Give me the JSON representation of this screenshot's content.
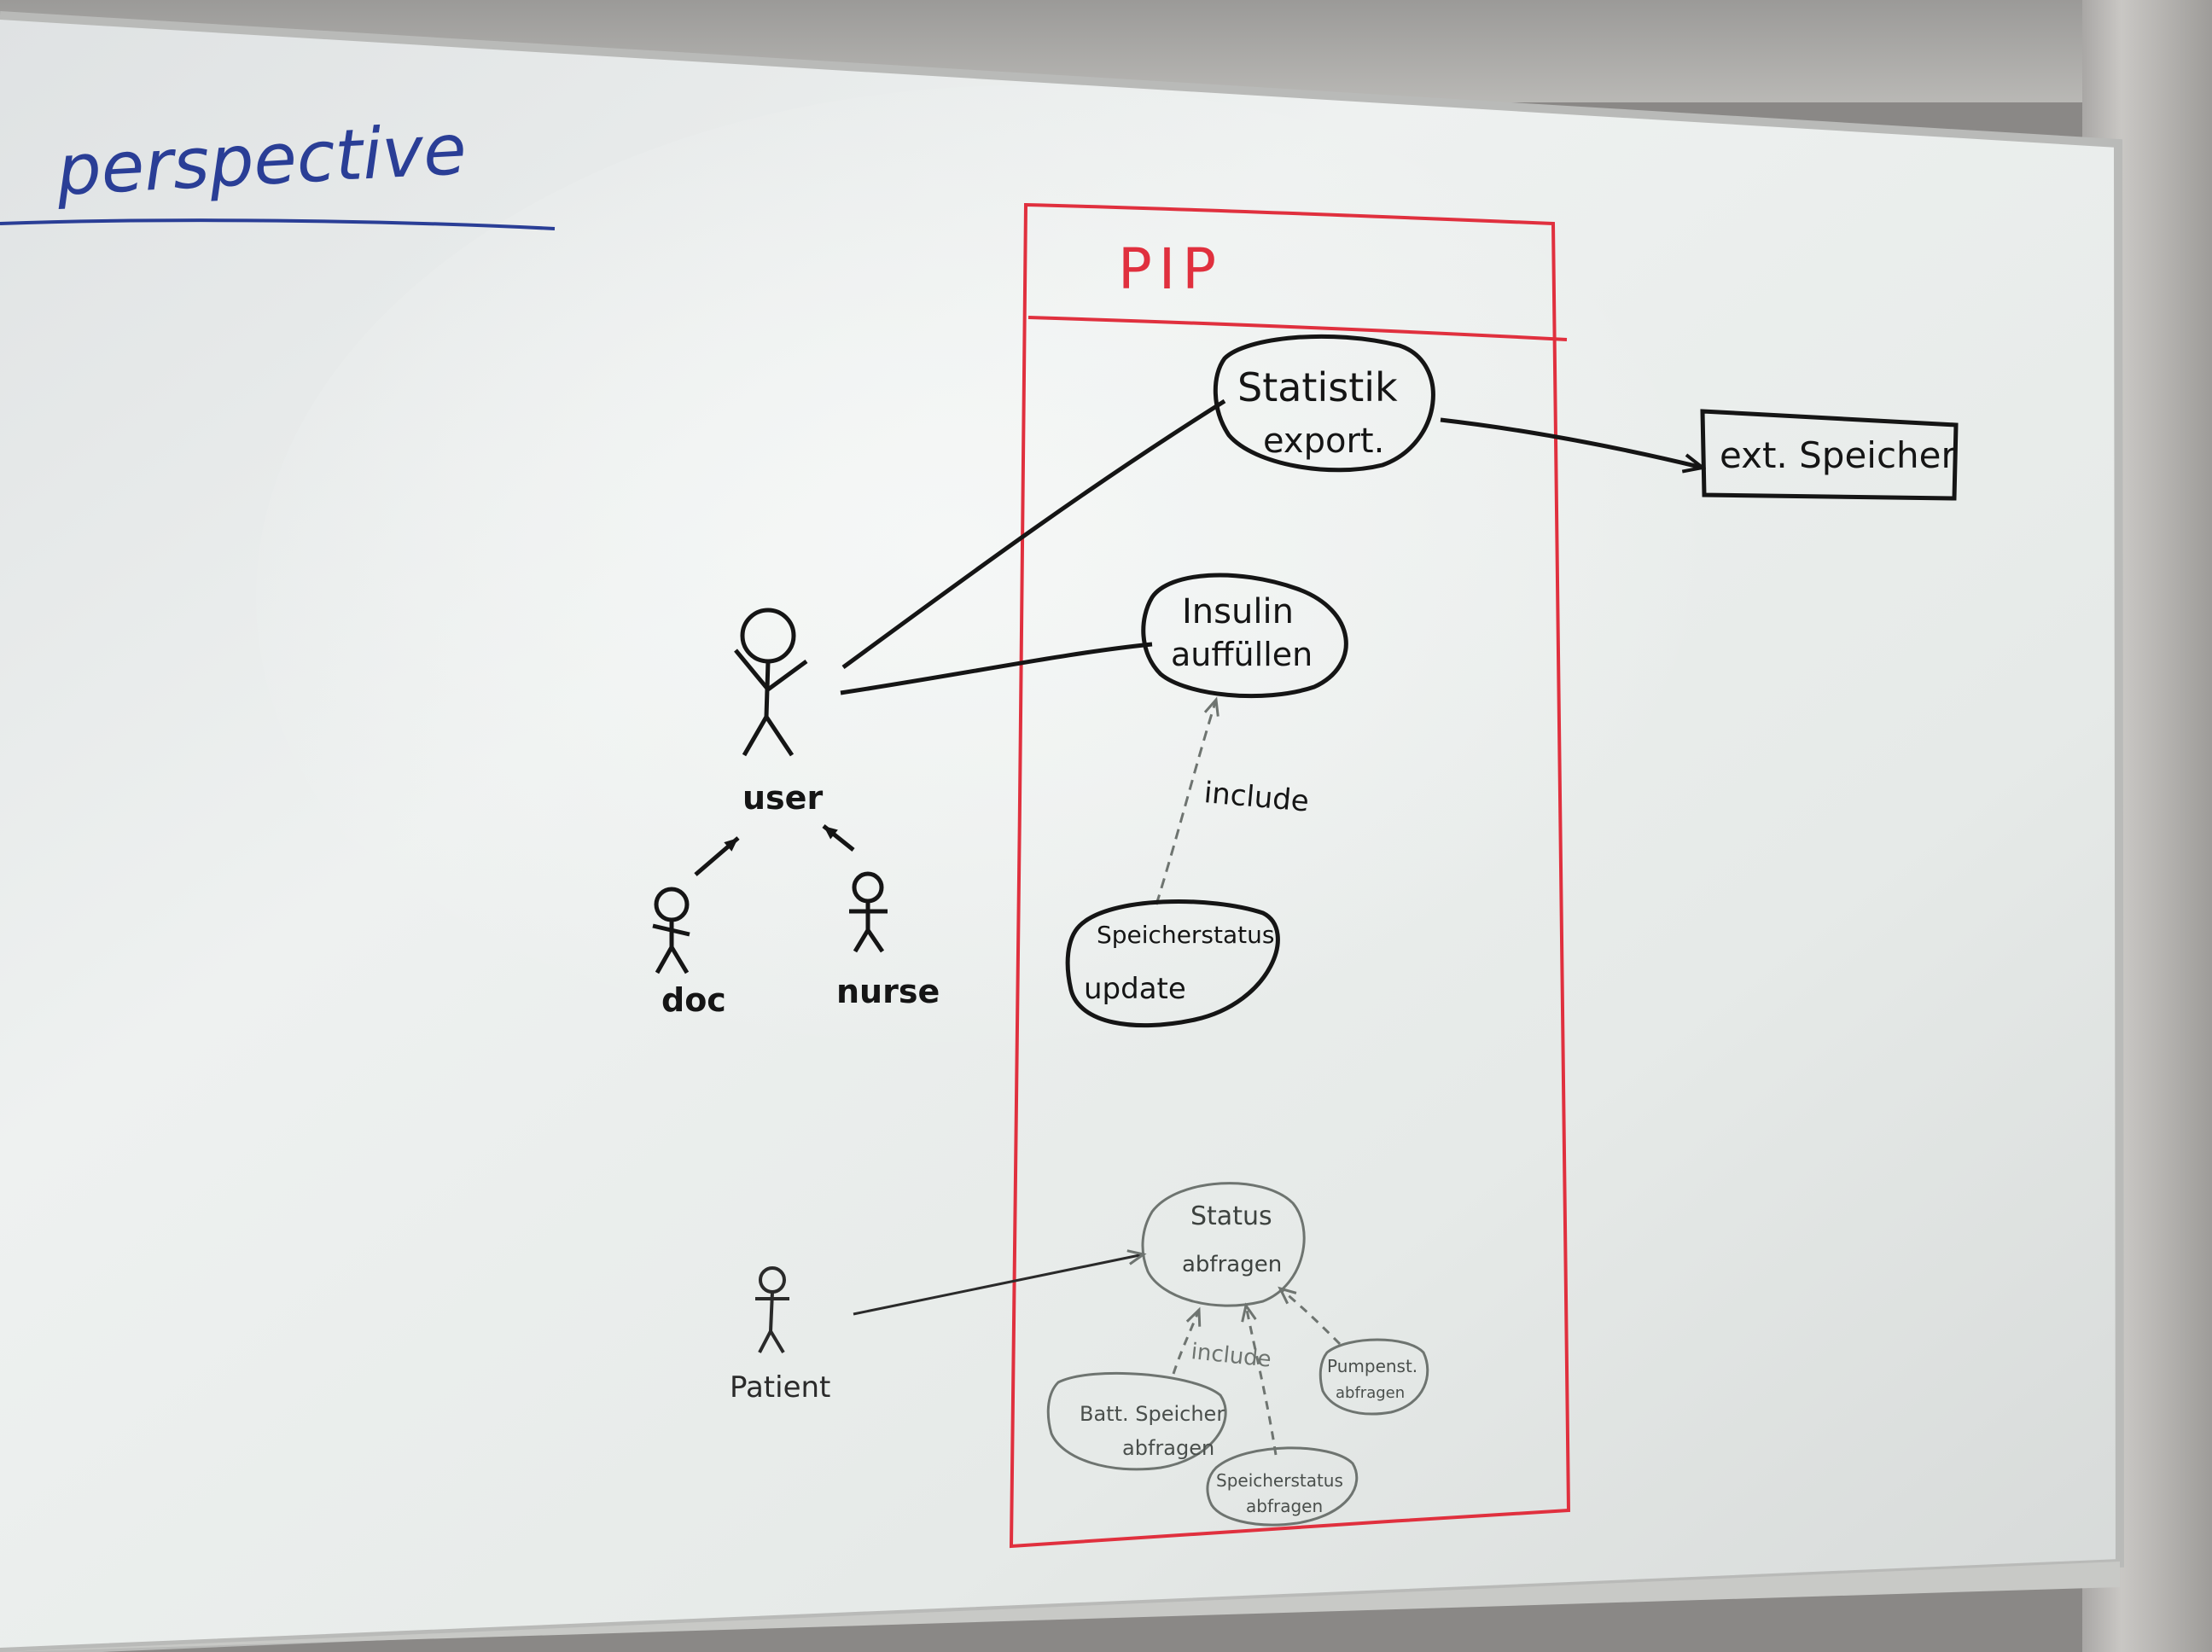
{
  "board": {
    "heading": "perspective",
    "system_label": "PIP"
  },
  "actors": {
    "user": "user",
    "doc": "doc",
    "nurse": "nurse",
    "patient": "Patient"
  },
  "use_cases": {
    "statistik_line1": "Statistik",
    "statistik_line2": "export.",
    "insulin_line1": "Insulin",
    "insulin_line2": "auffüllen",
    "speicherstatus_update_line1": "Speicherstatus",
    "speicherstatus_update_line2": "update",
    "status_line1": "Status",
    "status_line2": "abfragen",
    "batt_line1": "Batt. Speicher",
    "batt_line2": "abfragen",
    "speicherstatus_abfragen_line1": "Speicherstatus",
    "speicherstatus_abfragen_line2": "abfragen",
    "pumpenst_line1": "Pumpenst.",
    "pumpenst_line2": "abfragen"
  },
  "external": {
    "ext_speicher": "ext. Speicher"
  },
  "relations": {
    "include_upper": "include",
    "include_lower": "include"
  },
  "colors": {
    "ink_black": "#151515",
    "ink_red": "#e0303e",
    "ink_blue": "#2a3e96",
    "ink_faded": "#6e7470",
    "board_white": "#e9edec"
  }
}
